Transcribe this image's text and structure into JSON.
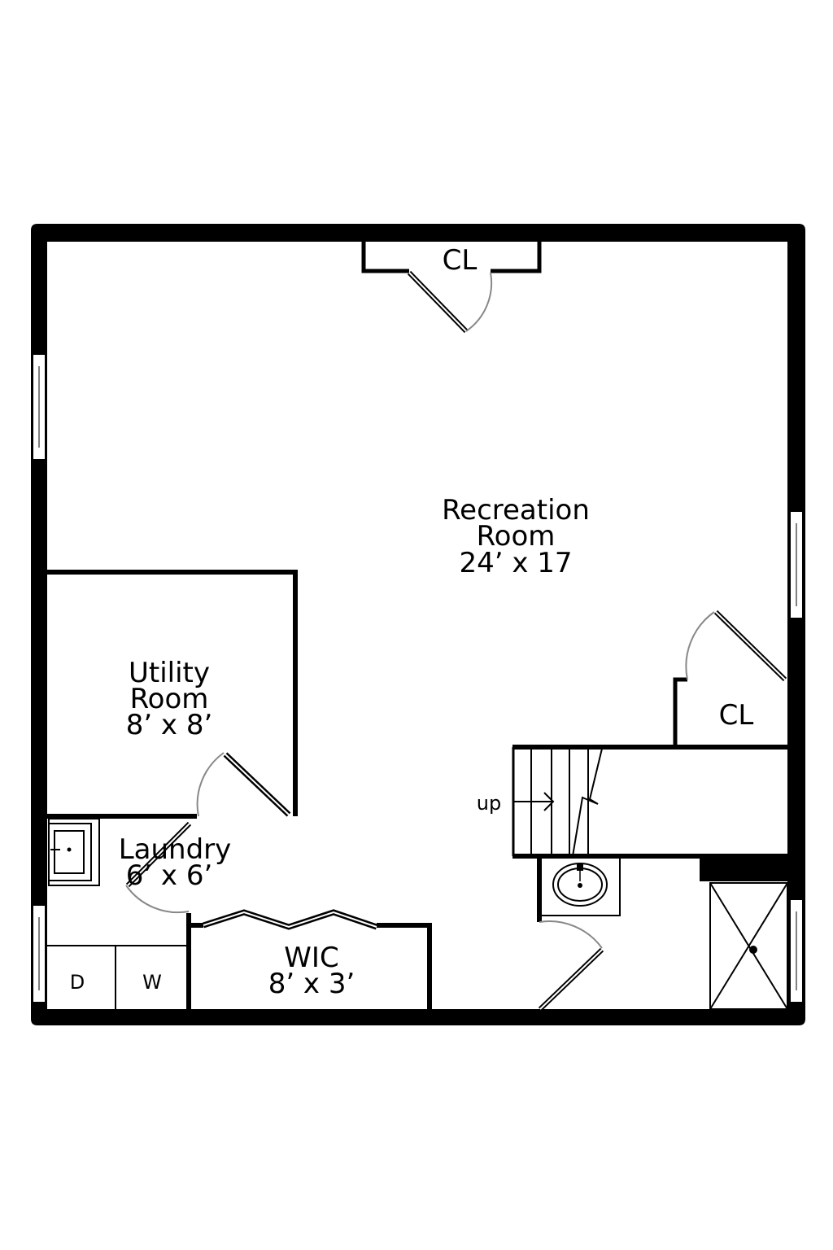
{
  "rooms": {
    "recreation": {
      "name_line1": "Recreation",
      "name_line2": "Room",
      "size": "24’ x 17"
    },
    "utility": {
      "name_line1": "Utility",
      "name_line2": "Room",
      "size": "8’ x 8’"
    },
    "laundry": {
      "name": "Laundry",
      "size": "6’ x 6’"
    },
    "wic": {
      "name": "WIC",
      "size": "8’ x 3’"
    },
    "closet_top": {
      "name": "CL"
    },
    "closet_right": {
      "name": "CL"
    }
  },
  "appliances": {
    "dryer": "D",
    "washer": "W"
  },
  "stairs": {
    "direction_label": "up"
  }
}
